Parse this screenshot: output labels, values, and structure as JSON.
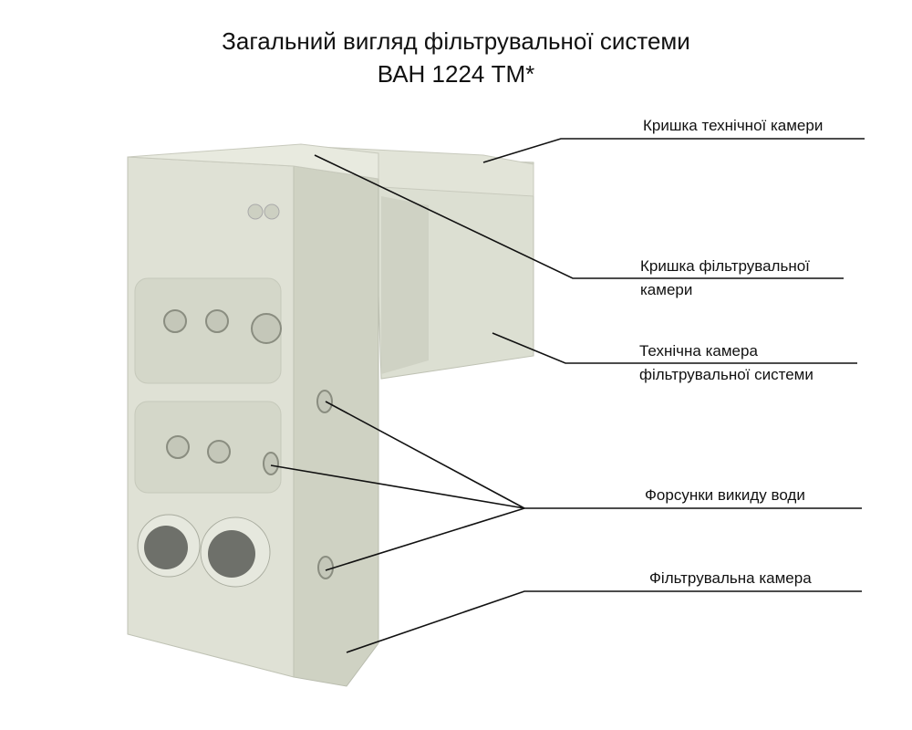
{
  "title": {
    "line1": "Загальний вигляд фільтрувальної системи",
    "line2": "ВАН 1224 ТМ*"
  },
  "labels": {
    "tech_lid": "Кришка технічної камери",
    "filter_lid_1": "Кришка фільтрувальної",
    "filter_lid_2": "камери",
    "tech_chamber_1": "Технічна камера",
    "tech_chamber_2": "фільтрувальної системи",
    "nozzles": "Форсунки викиду води",
    "filter_chamber": "Фільтрувальна камера"
  },
  "colors": {
    "body": "#d9dccd",
    "shadow": "#c3c6b7",
    "line": "#111111"
  }
}
